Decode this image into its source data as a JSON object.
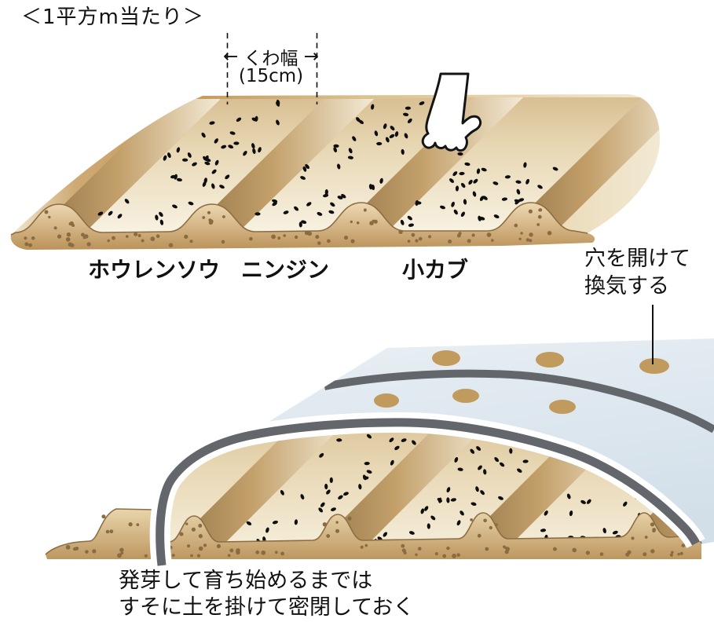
{
  "title": "＜1平方m当たり＞",
  "top_illustration": {
    "hoe_width_label": {
      "arrow_left": "←",
      "label": "くわ幅",
      "arrow_right": "→",
      "measurement": "(15cm)"
    },
    "crop_labels": [
      "ホウレンソウ",
      "ニンジン",
      "小カブ"
    ]
  },
  "bottom_illustration": {
    "vent_annotation_lines": [
      "穴を開けて",
      "換気する"
    ],
    "caption_lines": [
      "発芽して育ち始めるまでは",
      "すそに土を掛けて密閉しておく"
    ]
  },
  "palette": {
    "seed_black": "#0e0e0e",
    "soil_dot_brown": "#8a6b42",
    "sheet_blue": "#dde7ee",
    "hoop_gray": "#63676b",
    "hole_tan": "#c19a5e",
    "soil_tan": "#c9a36b",
    "outline_dark": "#8d6e42",
    "text_black": "#111111"
  }
}
